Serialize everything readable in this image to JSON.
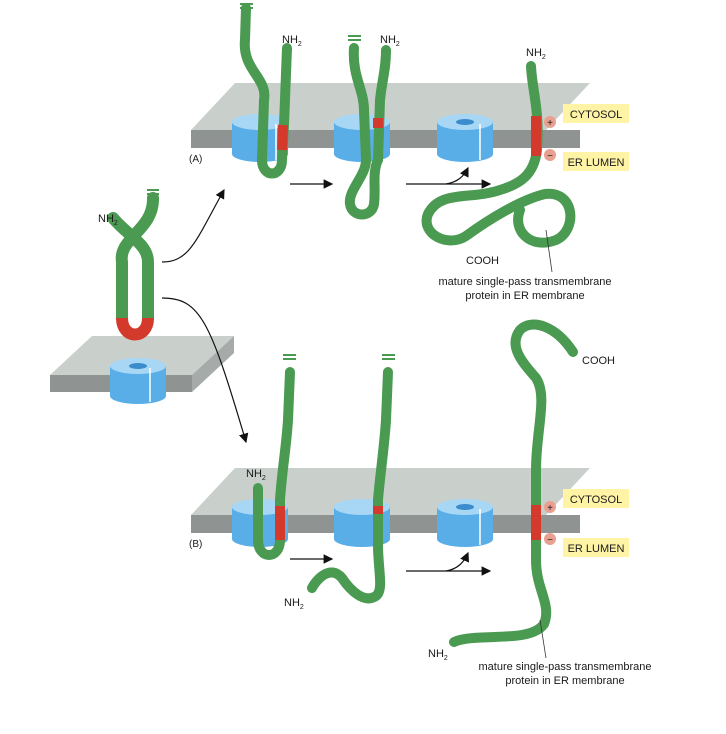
{
  "panel_a": {
    "label": "(A)",
    "nh2_1": "NH",
    "nh2_2": "NH",
    "nh2_3": "NH",
    "nh2_sub": "2",
    "cytosol": "CYTOSOL",
    "er_lumen": "ER LUMEN",
    "cooh": "COOH",
    "caption_line1": "mature single-pass transmembrane",
    "caption_line2": "protein in ER membrane"
  },
  "panel_b": {
    "label": "(B)",
    "nh2_1": "NH",
    "nh2_2": "NH",
    "nh2_3": "NH",
    "nh2_sub": "2",
    "cytosol": "CYTOSOL",
    "er_lumen": "ER LUMEN",
    "cooh": "COOH",
    "caption_line1": "mature single-pass transmembrane",
    "caption_line2": "protein in ER membrane"
  },
  "start": {
    "nh2": "NH",
    "nh2_sub": "2"
  },
  "symbols": {
    "plus": "+",
    "minus": "−"
  },
  "colors": {
    "protein": "#4a9a52",
    "signal": "#d33a2c",
    "translocon": "#5aaee8",
    "membrane_top": "#c9d0cc",
    "membrane_side": "#8f9391",
    "label_box": "#fff3a6",
    "charge_circle": "#e9a090"
  }
}
